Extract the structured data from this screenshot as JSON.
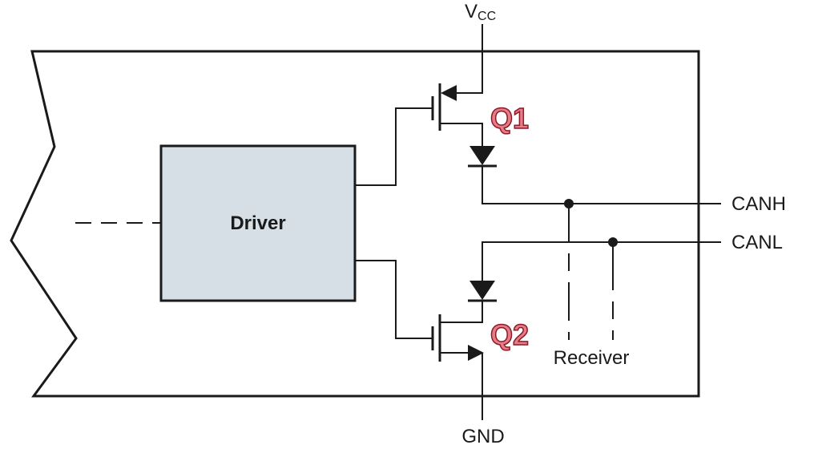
{
  "labels": {
    "vcc_main": "V",
    "vcc_sub": "CC",
    "driver": "Driver",
    "q1": "Q1",
    "q2": "Q2",
    "canh": "CANH",
    "canl": "CANL",
    "receiver": "Receiver",
    "gnd": "GND"
  },
  "colors": {
    "line": "#1a1a1a",
    "driver_fill": "#d6dee6",
    "q_fill": "#e87c84",
    "q_stroke": "#8b1a2a"
  }
}
